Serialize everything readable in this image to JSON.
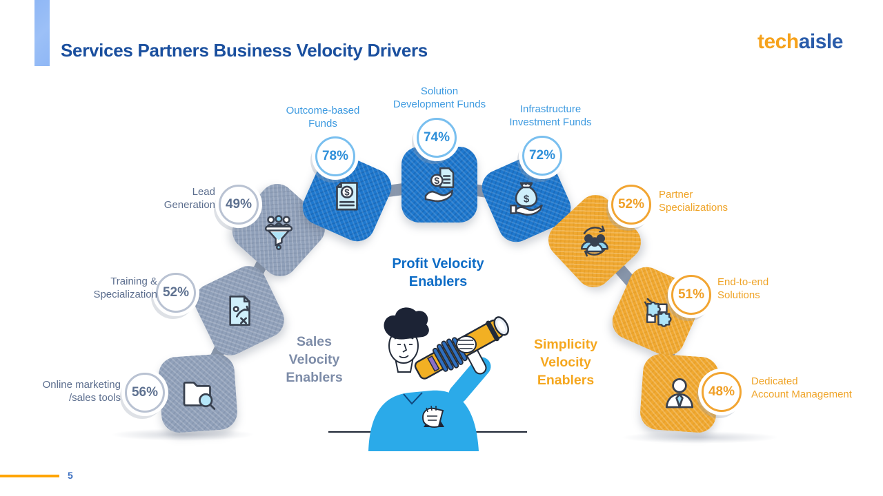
{
  "header": {
    "title": "Services Partners Business Velocity Drivers",
    "logo_tech": "tech",
    "logo_aisle": "aisle"
  },
  "footer": {
    "page_number": "5"
  },
  "groups": [
    {
      "id": "sales",
      "label": "Sales\nVelocity\nEnablers",
      "color": "#7D8CA8"
    },
    {
      "id": "profit",
      "label": "Profit Velocity\nEnablers",
      "color": "#0D6CC6"
    },
    {
      "id": "simplicity",
      "label": "Simplicity\nVelocity\nEnablers",
      "color": "#F5A71F"
    }
  ],
  "tiles": [
    {
      "label": "Online marketing\n/sales tools",
      "value": "56%",
      "group": "sales",
      "icon": "folder-search-icon",
      "tile_color": "#91A1BA"
    },
    {
      "label": "Training &\nSpecialization",
      "value": "52%",
      "group": "sales",
      "icon": "strategy-document-icon",
      "tile_color": "#91A1BA"
    },
    {
      "label": "Lead\nGeneration",
      "value": "49%",
      "group": "sales",
      "icon": "lead-funnel-icon",
      "tile_color": "#91A1BA"
    },
    {
      "label": "Outcome-based\nFunds",
      "value": "78%",
      "group": "profit",
      "icon": "dollar-document-icon",
      "tile_color": "#1E78CE"
    },
    {
      "label": "Solution\nDevelopment Funds",
      "value": "74%",
      "group": "profit",
      "icon": "hand-document-coin-icon",
      "tile_color": "#1E78CE"
    },
    {
      "label": "Infrastructure\nInvestment Funds",
      "value": "72%",
      "group": "profit",
      "icon": "hand-money-bag-icon",
      "tile_color": "#1E78CE"
    },
    {
      "label": "Partner\nSpecializations",
      "value": "52%",
      "group": "simplicity",
      "icon": "people-sync-icon",
      "tile_color": "#F0A830"
    },
    {
      "label": "End-to-end\nSolutions",
      "value": "51%",
      "group": "simplicity",
      "icon": "puzzle-pieces-icon",
      "tile_color": "#F0A830"
    },
    {
      "label": "Dedicated\nAccount Management",
      "value": "48%",
      "group": "simplicity",
      "icon": "businessperson-icon",
      "tile_color": "#F0A830"
    }
  ],
  "illustration": {
    "name": "man-with-telescope",
    "shirt_color": "#2BAAE9",
    "telescope_color": "#F2B023"
  },
  "colors": {
    "title_blue": "#1A4F9E",
    "accent_bar": "#8FB7F5",
    "connector_gray": "#8C9AAF",
    "footer_line_orange": "#FFA400"
  }
}
